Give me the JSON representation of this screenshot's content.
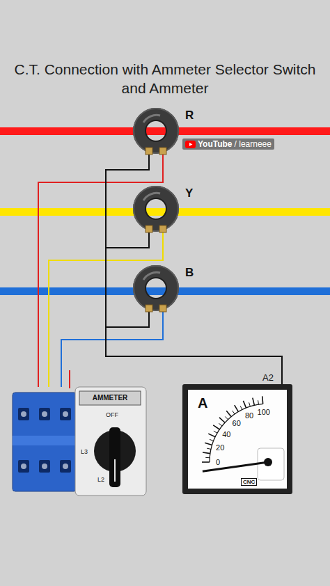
{
  "diagram": {
    "title": "C.T. Connection with Ammeter Selector Switch and Ammeter",
    "nodes": [
      {
        "text": [
          "R"
        ]
      },
      {
        "text": [
          "Y"
        ]
      },
      {
        "text": [
          "B"
        ]
      },
      {
        "text": [
          "AMMETER",
          "OFF",
          "L3",
          "L2"
        ]
      },
      {
        "text": [
          "A",
          "100",
          "80",
          "60",
          "40",
          "20",
          "0",
          "CNC"
        ]
      }
    ],
    "edges": [
      {
        "from": 0,
        "to": 3,
        "arrow": "none"
      },
      {
        "from": 1,
        "to": 3,
        "arrow": "none"
      },
      {
        "from": 2,
        "to": 3,
        "arrow": "none"
      },
      {
        "from": 0,
        "to": 4,
        "arrow": "none"
      },
      {
        "from": 1,
        "to": 4,
        "arrow": "none"
      },
      {
        "from": 2,
        "to": 4,
        "arrow": "none"
      }
    ],
    "labels": [
      "YouTube",
      "/ learneee",
      "A2"
    ]
  }
}
